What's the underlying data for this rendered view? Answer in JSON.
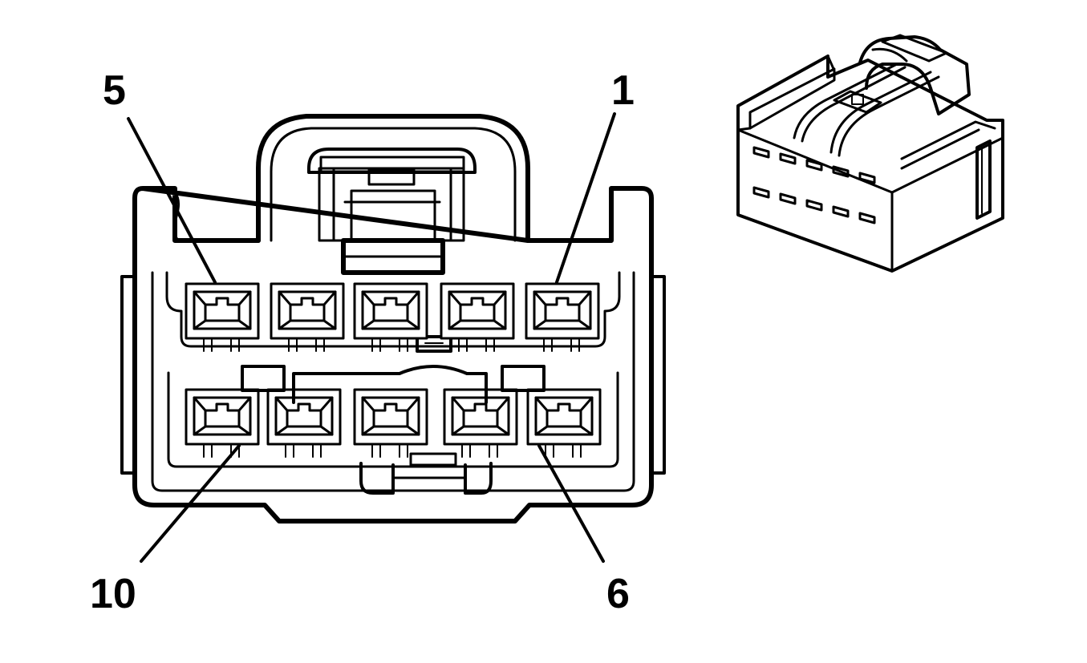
{
  "diagram": {
    "labels": {
      "pin_5": "5",
      "pin_1": "1",
      "pin_10": "10",
      "pin_6": "6"
    },
    "line_color": "#000000",
    "background_color": "#ffffff"
  }
}
